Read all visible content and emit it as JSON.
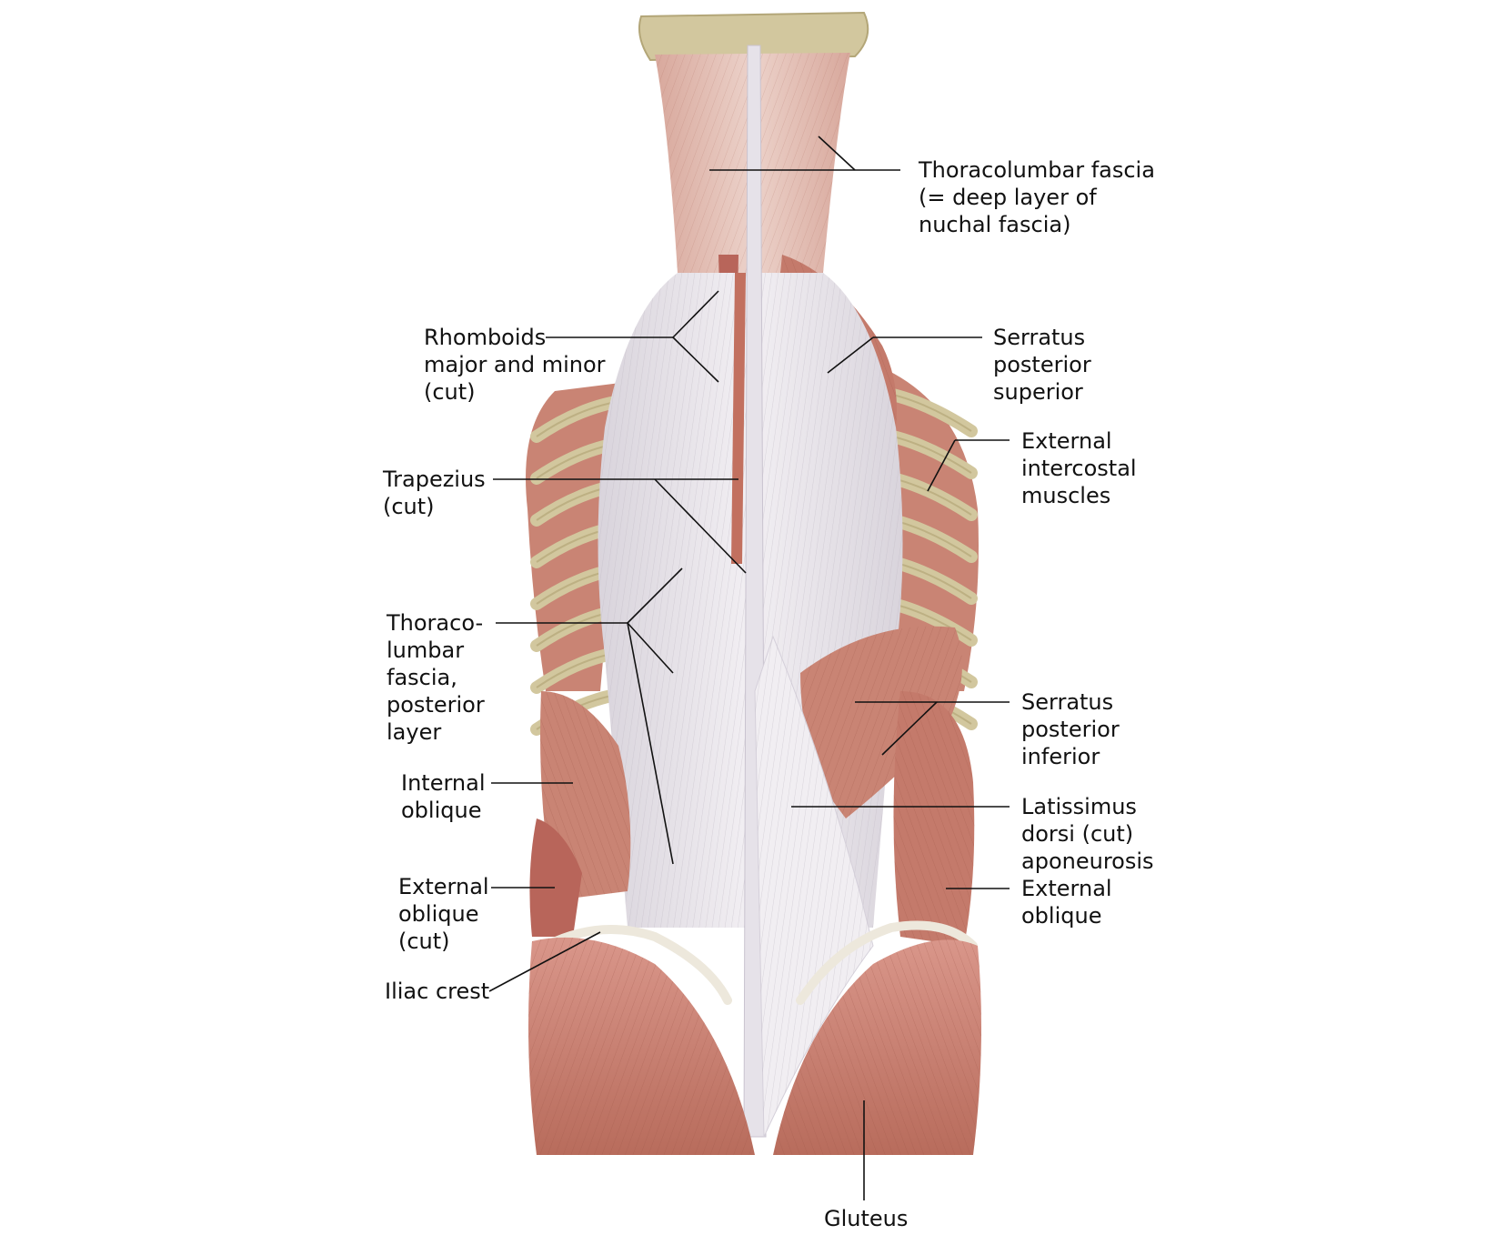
{
  "colors": {
    "muscle": "#c98474",
    "muscle_dark": "#a85f52",
    "muscle_light": "#e2ada0",
    "fascia": "#e9e6ea",
    "fascia_shade": "#cfcbd3",
    "bone": "#d2c79e",
    "bone_dark": "#b3a678",
    "line": "#111111"
  },
  "labels": {
    "thoracolumbar_fascia_deep": [
      "Thoracolumbar fascia",
      "(= deep layer of",
      "nuchal fascia)"
    ],
    "rhomboids": [
      "Rhomboids",
      "major and minor",
      "(cut)"
    ],
    "serratus_posterior_superior": [
      "Serratus",
      "posterior",
      "superior"
    ],
    "external_intercostal": [
      "External",
      "intercostal",
      "muscles"
    ],
    "trapezius": [
      "Trapezius",
      "(cut)"
    ],
    "thoracolumbar_posterior": [
      "Thoraco-",
      "lumbar",
      "fascia,",
      "posterior",
      "layer"
    ],
    "serratus_posterior_inferior": [
      "Serratus",
      "posterior",
      "inferior"
    ],
    "internal_oblique": [
      "Internal",
      "oblique"
    ],
    "latissimus_dorsi": [
      "Latissimus",
      "dorsi (cut)",
      "aponeurosis"
    ],
    "external_oblique_cut": [
      "External",
      "oblique",
      "(cut)"
    ],
    "external_oblique": [
      "External",
      "oblique"
    ],
    "iliac_crest": [
      "Iliac crest"
    ],
    "gluteus": [
      "Gluteus"
    ]
  }
}
